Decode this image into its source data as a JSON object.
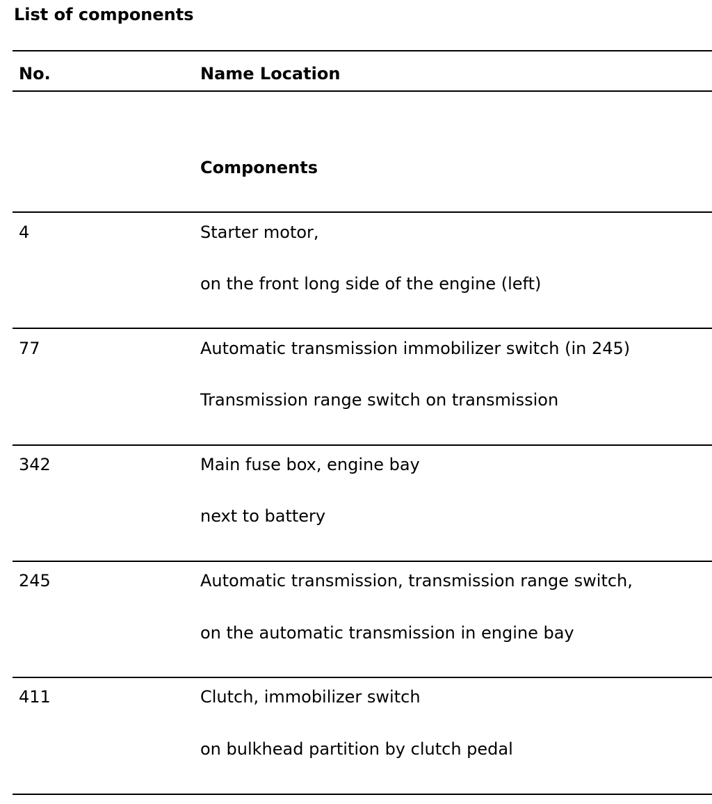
{
  "document": {
    "title": "List of components",
    "header": {
      "no": "No.",
      "name_location": "Name Location"
    },
    "section_label": "Components",
    "rows": [
      {
        "no": "4",
        "name": "Starter motor,",
        "location": "on the front long side of the engine (left)"
      },
      {
        "no": "77",
        "name": "Automatic transmission immobilizer switch (in 245)",
        "location": "Transmission range switch on transmission"
      },
      {
        "no": "342",
        "name": "Main fuse box, engine bay",
        "location": "next to battery"
      },
      {
        "no": "245",
        "name": "Automatic transmission, transmission range switch,",
        "location": "on the automatic transmission in engine bay"
      },
      {
        "no": "411",
        "name": "Clutch, immobilizer switch",
        "location": "on bulkhead partition by clutch pedal"
      }
    ]
  }
}
